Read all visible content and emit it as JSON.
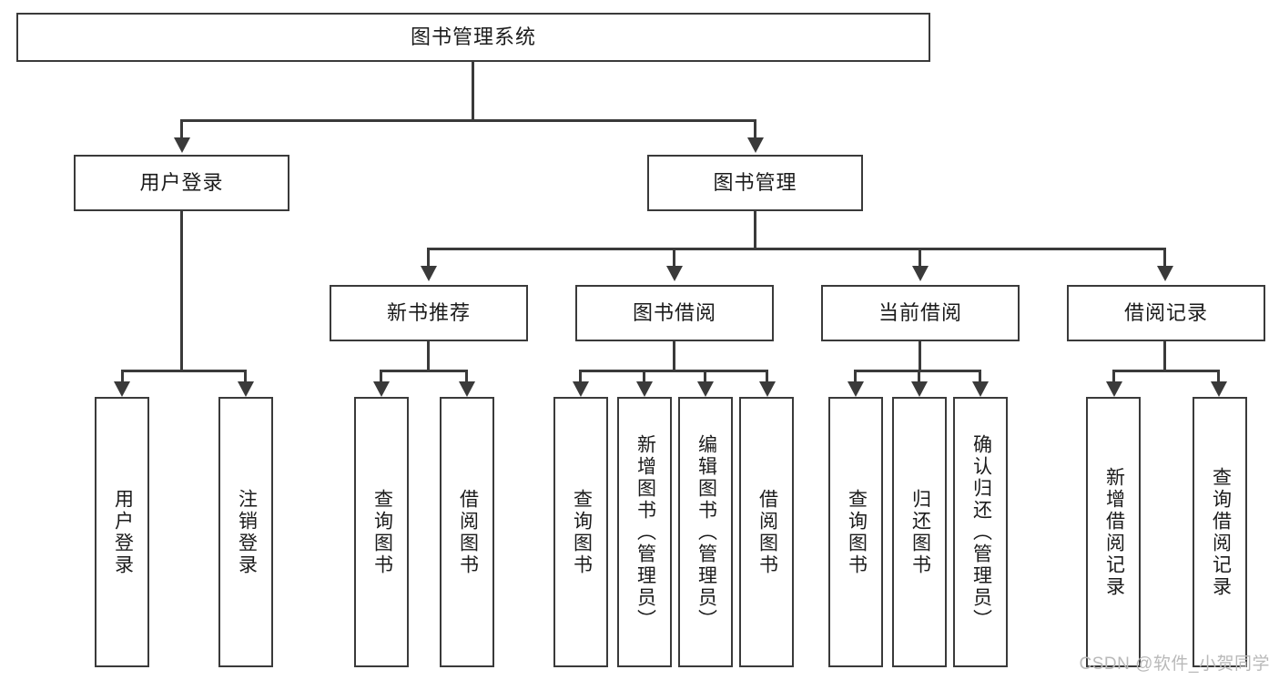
{
  "diagram": {
    "title": "图书管理系统",
    "type": "tree",
    "watermark": "CSDN @软件_小贺同学",
    "nodes": {
      "root": {
        "label": "图书管理系统",
        "level": 0
      },
      "user_login": {
        "label": "用户登录",
        "level": 1
      },
      "book_manage": {
        "label": "图书管理",
        "level": 1
      },
      "new_book_rec": {
        "label": "新书推荐",
        "level": 2
      },
      "book_borrow": {
        "label": "图书借阅",
        "level": 2
      },
      "current_borrow": {
        "label": "当前借阅",
        "level": 2
      },
      "borrow_record": {
        "label": "借阅记录",
        "level": 2
      },
      "leaf_user_login": {
        "label": "用户登录",
        "level": 3
      },
      "leaf_logout": {
        "label": "注销登录",
        "level": 3
      },
      "leaf_query_book_1": {
        "label": "查询图书",
        "level": 3
      },
      "leaf_borrow_book_1": {
        "label": "借阅图书",
        "level": 3
      },
      "leaf_query_book_2": {
        "label": "查询图书",
        "level": 3
      },
      "leaf_add_book": {
        "label": "新增图书（管理员）",
        "level": 3
      },
      "leaf_edit_book": {
        "label": "编辑图书（管理员）",
        "level": 3
      },
      "leaf_borrow_book_2": {
        "label": "借阅图书",
        "level": 3
      },
      "leaf_query_book_3": {
        "label": "查询图书",
        "level": 3
      },
      "leaf_return_book": {
        "label": "归还图书",
        "level": 3
      },
      "leaf_confirm_return": {
        "label": "确认归还（管理员）",
        "level": 3
      },
      "leaf_add_record": {
        "label": "新增借阅记录",
        "level": 3
      },
      "leaf_query_record": {
        "label": "查询借阅记录",
        "level": 3
      }
    },
    "colors": {
      "stroke": "#3a3a3a",
      "fill": "#ffffff",
      "text": "#1b1b1b",
      "watermark": "#b9b9b9"
    }
  }
}
